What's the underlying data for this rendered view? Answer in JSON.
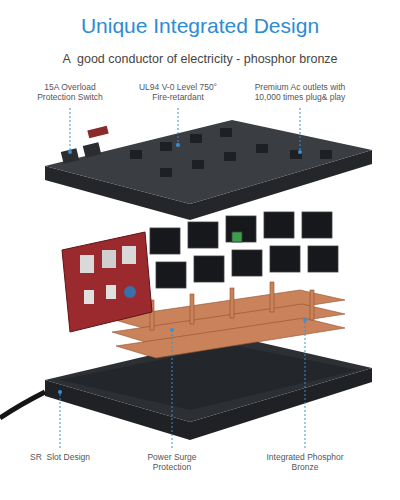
{
  "diagram": {
    "title": "Unique Integrated Design",
    "labels": [
      "A  good conductor of electricity - phosphor bronze",
      "15A Overload Protection Switch",
      "UL94 V-0 Level 750° Fire-retardant",
      "Premium Ac outlets with 10,000 times plug& play",
      "SR  Slot Design",
      "Power Surge Protection",
      "Integrated Phosphor Bronze"
    ]
  }
}
